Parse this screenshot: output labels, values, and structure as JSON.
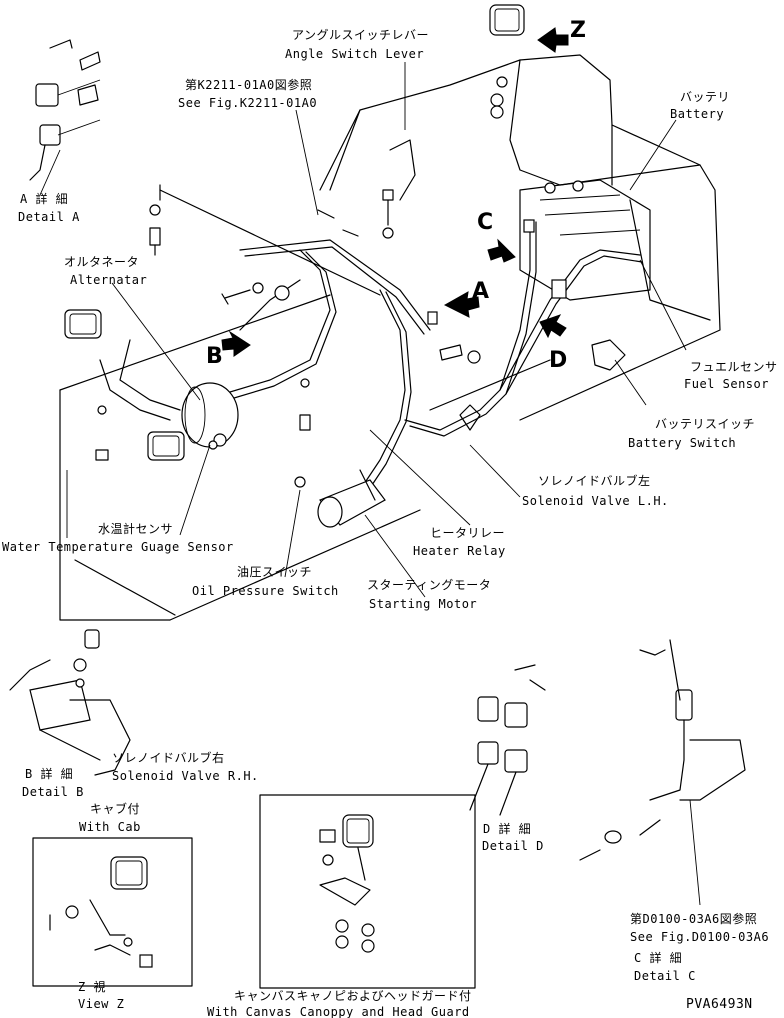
{
  "labels": {
    "angle_switch_jp": "アングルスイッチレバー",
    "angle_switch_en": "Angle Switch Lever",
    "see_k2211_jp": "第K2211-01A0図参照",
    "see_k2211_en": "See Fig.K2211-01A0",
    "battery_jp": "バッテリ",
    "battery_en": "Battery",
    "detail_a_jp": "A 詳 細",
    "detail_a_en": "Detail A",
    "alternator_jp": "オルタネータ",
    "alternator_en": "Alternatar",
    "fuel_sensor_jp": "フュエルセンサ",
    "fuel_sensor_en": "Fuel Sensor",
    "battery_switch_jp": "バッテリスイッチ",
    "battery_switch_en": "Battery Switch",
    "solenoid_lh_jp": "ソレノイドバルブ左",
    "solenoid_lh_en": "Solenoid Valve L.H.",
    "heater_relay_jp": "ヒータリレー",
    "heater_relay_en": "Heater Relay",
    "water_temp_jp": "水温計センサ",
    "water_temp_en": "Water Temperature Guage Sensor",
    "oil_pressure_jp": "油圧スイッチ",
    "oil_pressure_en": "Oil Pressure Switch",
    "starting_motor_jp": "スターティングモータ",
    "starting_motor_en": "Starting Motor",
    "solenoid_rh_jp": "ソレノイドバルブ右",
    "solenoid_rh_en": "Solenoid Valve R.H.",
    "detail_b_jp": "B 詳 細",
    "detail_b_en": "Detail B",
    "with_cab_jp": "キャブ付",
    "with_cab_en": "With Cab",
    "view_z_jp": "Z 視",
    "view_z_en": "View Z",
    "canopy_jp": "キャンバスキャノピおよびヘッドガード付",
    "canopy_en": "With Canvas Canoppy and Head Guard",
    "detail_d_jp": "D 詳 細",
    "detail_d_en": "Detail D",
    "see_d0100_jp": "第D0100-03A6図参照",
    "see_d0100_en": "See Fig.D0100-03A6",
    "detail_c_jp": "C 詳 細",
    "detail_c_en": "Detail C",
    "drawing_no": "PVA6493N"
  },
  "markers": {
    "z": "Z",
    "a": "A",
    "b": "B",
    "c": "C",
    "d": "D"
  }
}
